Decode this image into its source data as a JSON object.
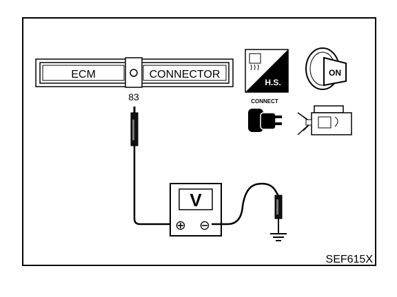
{
  "connector": {
    "left_label": "ECM",
    "right_label": "CONNECTOR",
    "terminal_number": "83"
  },
  "meter": {
    "symbol": "V",
    "positive_symbol": "⊕",
    "negative_symbol": "⊖"
  },
  "icons": [
    {
      "name": "hot-soak-icon",
      "label": "H.S."
    },
    {
      "name": "ignition-on-icon",
      "label": "ON"
    },
    {
      "name": "connect-icon",
      "label": "CONNECT"
    },
    {
      "name": "engine-icon",
      "label": ""
    }
  ],
  "figure_code": "SEF615X"
}
